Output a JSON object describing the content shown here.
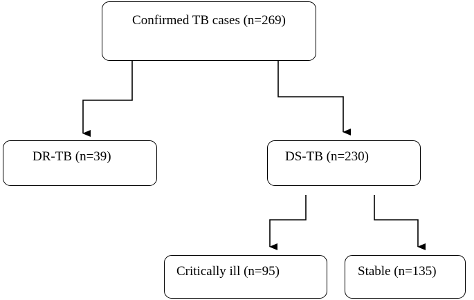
{
  "diagram": {
    "root": {
      "label": "Confirmed TB cases (n=269)"
    },
    "level1": [
      {
        "label": "DR-TB (n=39)"
      },
      {
        "label": "DS-TB (n=230)"
      }
    ],
    "level2": [
      {
        "label": "Critically ill (n=95)"
      },
      {
        "label": "Stable (n=135)"
      }
    ],
    "line_color": "#000000",
    "box_border_color": "#000000",
    "background": "#ffffff"
  }
}
